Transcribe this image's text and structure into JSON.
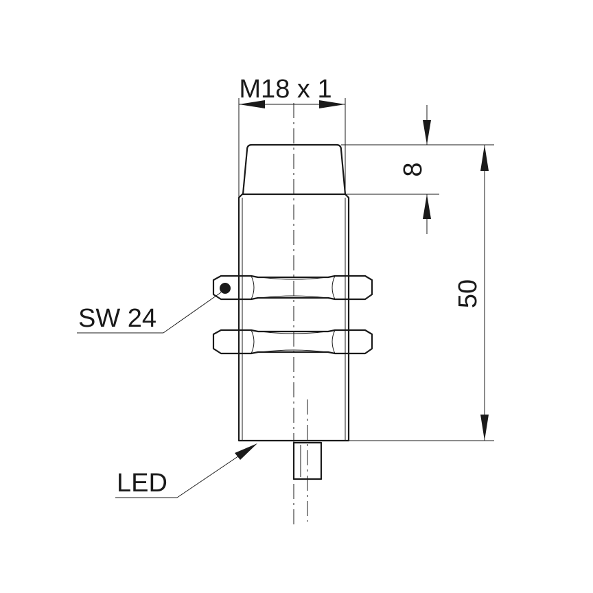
{
  "labels": {
    "thread": "M18 x 1",
    "sensing_face_length": "8",
    "overall_length": "50",
    "wrench_size": "SW 24",
    "led": "LED"
  },
  "colors": {
    "line": "#1a1a1a",
    "background": "#ffffff"
  }
}
